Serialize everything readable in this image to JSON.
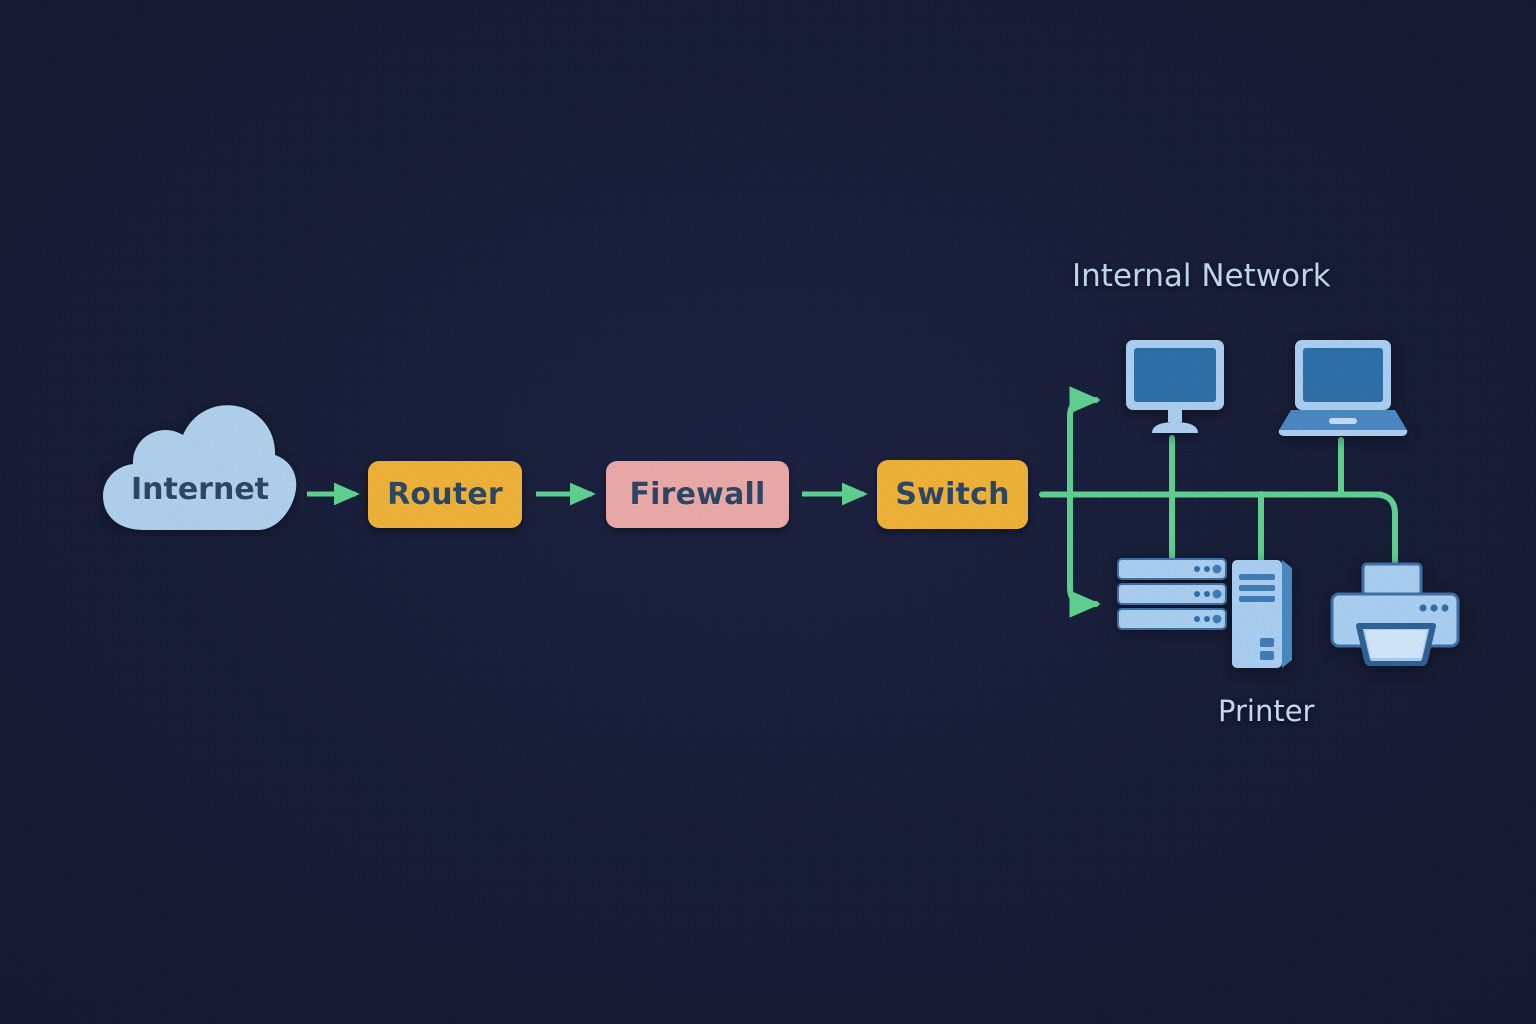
{
  "diagram": {
    "title_visible": false,
    "background_color": "#171c36",
    "accent_link_color": "#5ecf8f",
    "nodes": [
      {
        "id": "internet",
        "label": "Internet",
        "shape": "cloud",
        "fill": "#aecfeb",
        "text_color": "#2c4562"
      },
      {
        "id": "router",
        "label": "Router",
        "shape": "rounded-rect",
        "fill": "#edb037",
        "text_color": "#2c4562"
      },
      {
        "id": "firewall",
        "label": "Firewall",
        "shape": "rounded-rect",
        "fill": "#e9a8a8",
        "text_color": "#2c4562"
      },
      {
        "id": "switch",
        "label": "Switch",
        "shape": "rounded-rect",
        "fill": "#edb037",
        "text_color": "#2c4562"
      }
    ],
    "flow_arrows": [
      {
        "from": "internet",
        "to": "router",
        "color": "#5ecf8f"
      },
      {
        "from": "router",
        "to": "firewall",
        "color": "#5ecf8f"
      },
      {
        "from": "firewall",
        "to": "switch",
        "color": "#5ecf8f"
      },
      {
        "from": "switch",
        "to": "internal-network-bus",
        "color": "#5ecf8f"
      }
    ],
    "internal_network": {
      "title": "Internal Network",
      "bus_color": "#5ecf8f",
      "devices": [
        {
          "id": "desktop-monitor",
          "icon": "monitor-icon",
          "caption": "",
          "position": "top-left",
          "link": "arrow-up"
        },
        {
          "id": "laptop",
          "icon": "laptop-icon",
          "caption": "",
          "position": "top-right",
          "link": "stem-up"
        },
        {
          "id": "server-rack",
          "icon": "server-icon",
          "caption": "",
          "position": "bottom-left",
          "link": "arrow-down"
        },
        {
          "id": "tower-pc",
          "icon": "tower-pc-icon",
          "caption": "",
          "position": "bottom-mid",
          "link": "stem-down"
        },
        {
          "id": "printer",
          "icon": "printer-icon",
          "caption": "Printer",
          "position": "bottom-right",
          "link": "elbow-down"
        }
      ]
    },
    "palette": {
      "device_light": "#a9cdef",
      "device_mid": "#4a86c0",
      "device_dark": "#2d6095",
      "device_screen": "#2e6ea8",
      "orange": "#edb037",
      "pink": "#e9a8a8",
      "cloud": "#aecfeb",
      "green": "#5ecf8f",
      "label_blue": "#c3dbf2",
      "node_text": "#2c4562"
    }
  }
}
